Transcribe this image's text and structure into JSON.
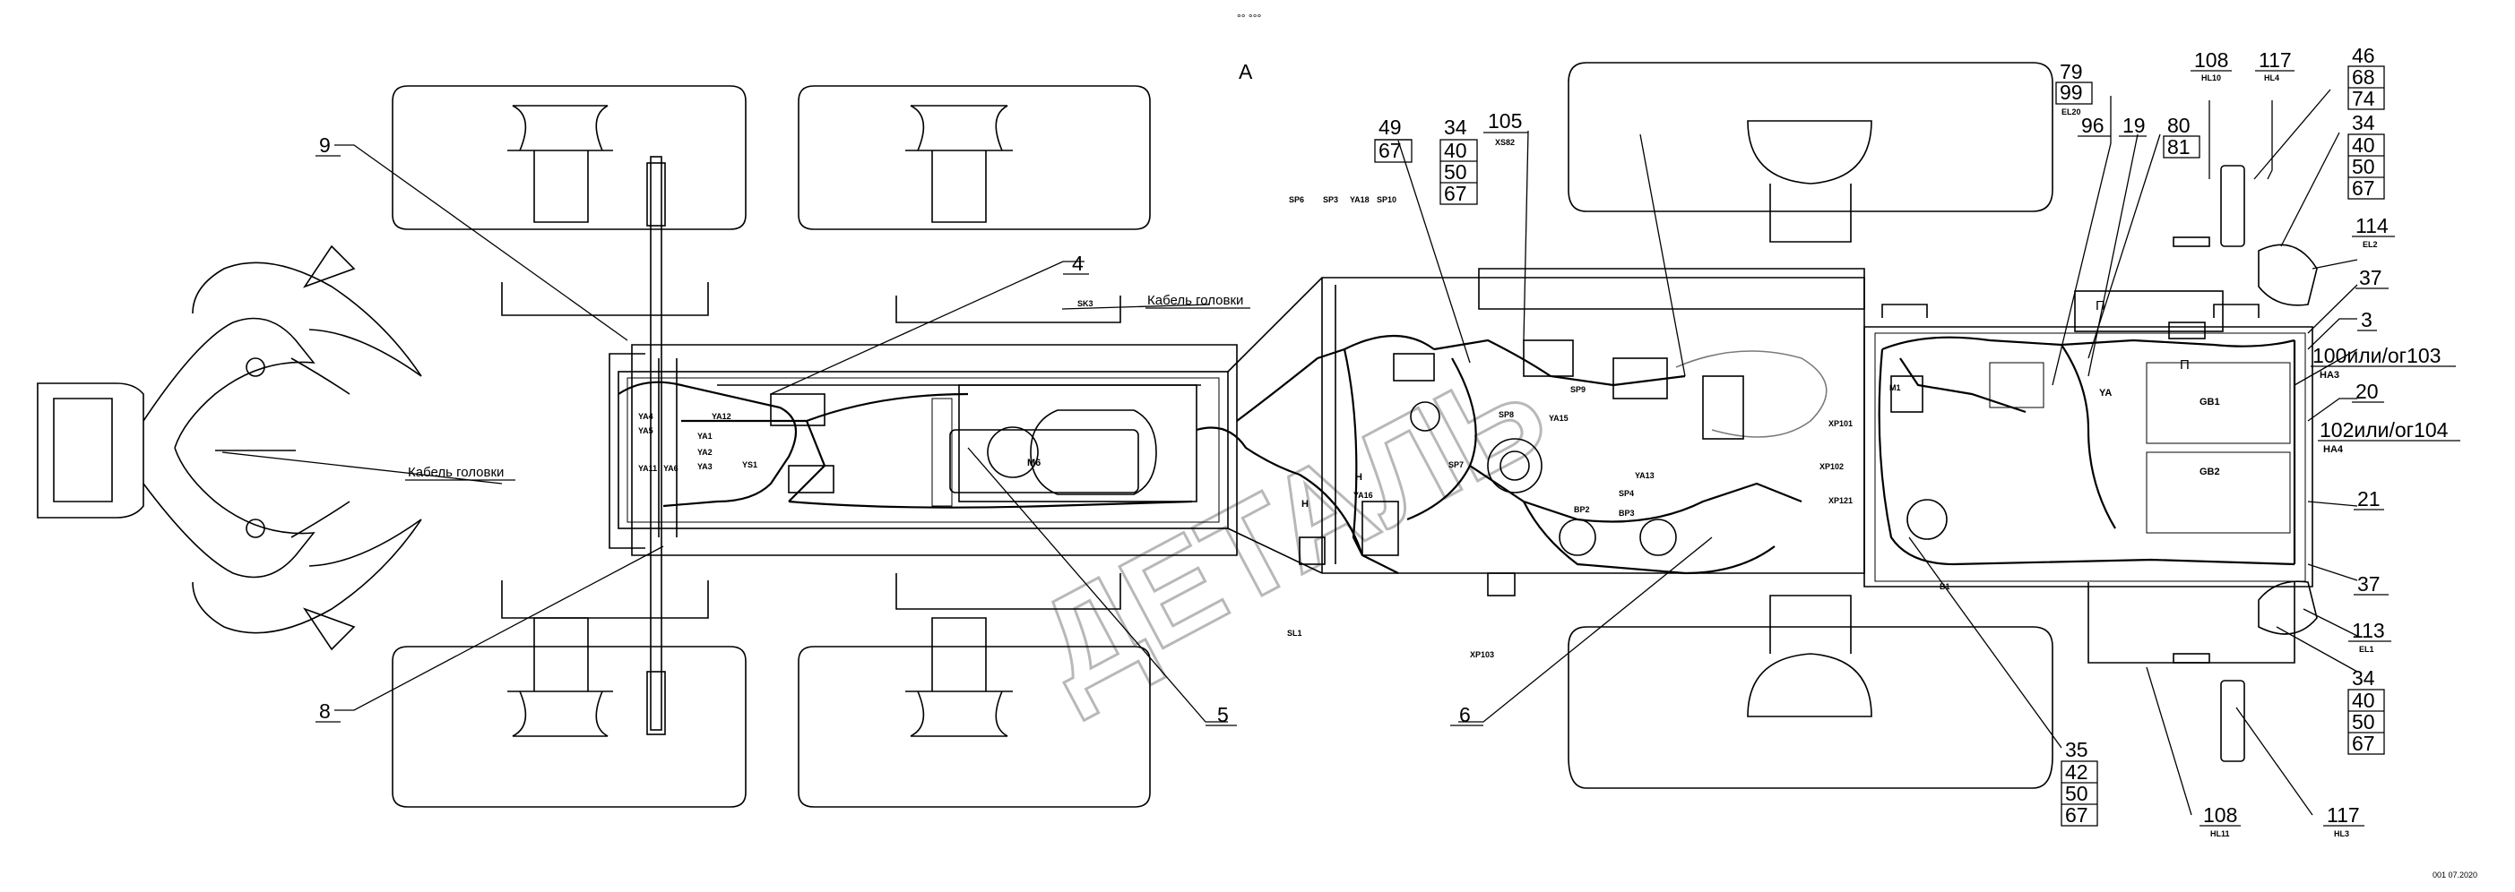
{
  "header": {
    "top_mark": "°° °°°",
    "view_label": "A"
  },
  "watermark": "ДЕТАЛЬ",
  "cable_labels": {
    "head_cable_left": "Кабель головки",
    "head_cable_top": "Кабель головки"
  },
  "callouts": {
    "c9": "9",
    "c4": "4",
    "c8": "8",
    "c5": "5",
    "c6": "6",
    "c49": "49",
    "c67a": "67",
    "c34a": "34",
    "c40a": "40",
    "c50a": "50",
    "c67b": "67",
    "c105": "105",
    "c79": "79",
    "c99": "99",
    "c96": "96",
    "c19": "19",
    "c80": "80",
    "c81": "81",
    "c108a": "108",
    "c117a": "117",
    "c46": "46",
    "c68": "68",
    "c74": "74",
    "c34b": "34",
    "c40b": "40",
    "c50b": "50",
    "c67c": "67",
    "c114": "114",
    "c37a": "37",
    "c3": "3",
    "c100": "100или/ог103",
    "c20": "20",
    "c102": "102или/ог104",
    "c21": "21",
    "c37b": "37",
    "c113": "113",
    "c34c": "34",
    "c40c": "40",
    "c50c": "50",
    "c67d": "67",
    "c35": "35",
    "c42": "42",
    "c50d": "50",
    "c67e": "67",
    "c108b": "108",
    "c117b": "117"
  },
  "component_labels": {
    "xs82": "XS82",
    "el20": "EL20",
    "hl10": "HL10",
    "hl4": "HL4",
    "el2": "EL2",
    "ha3": "HA3",
    "ha4": "HA4",
    "el1": "EL1",
    "hl11": "HL11",
    "hl3": "HL3",
    "sp6": "SP6",
    "sp3": "SP3",
    "ya18": "YA18",
    "sp10": "SP10",
    "sk3": "SK3",
    "m6": "M6",
    "ya4": "YA4",
    "ya5": "YA5",
    "ya1": "YA1",
    "ya12": "YA12",
    "ya2": "YA2",
    "ya3": "YA3",
    "ya11": "YA11",
    "ya6": "YA6",
    "ys1": "YS1",
    "sp9": "SP9",
    "sp8": "SP8",
    "ya15": "YA15",
    "sp7": "SP7",
    "ya13": "YA13",
    "sp4": "SP4",
    "bp2": "BP2",
    "bp3": "BP3",
    "ya16": "YA16",
    "sl1": "SL1",
    "xp103": "XP103",
    "xp101": "XP101",
    "xp102": "XP102",
    "xp121": "XP121",
    "b1": "B1",
    "m1": "M1",
    "gb1": "GB1",
    "gb2": "GB2",
    "ya": "YA",
    "p1": "П",
    "p2": "П",
    "h1": "H",
    "h2": "H"
  },
  "footer": {
    "doc_code": "001 07.2020"
  }
}
